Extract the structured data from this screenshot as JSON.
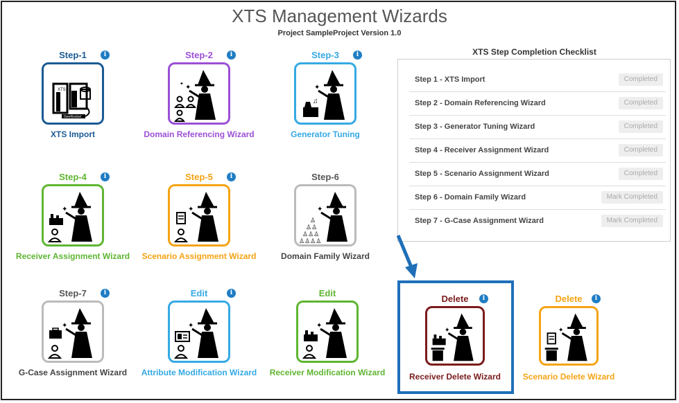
{
  "header": {
    "title": "XTS Management Wizards",
    "subtitle": "Project SampleProject Version 1.0"
  },
  "colors": {
    "blue_dark": "#1b5a94",
    "purple": "#9b4fd6",
    "light_blue": "#35a9e4",
    "green": "#5fb532",
    "orange": "#f5a314",
    "gray": "#555555",
    "maroon": "#7a1b1b",
    "info": "#1f7dc4",
    "highlight": "#1f6fb8"
  },
  "wizards": [
    {
      "step": "Step-1",
      "label": "XTS Import",
      "icon": "xts-import-icon"
    },
    {
      "step": "Step-2",
      "label": "Domain Referencing Wizard",
      "icon": "domain-referencing-icon"
    },
    {
      "step": "Step-3",
      "label": "Generator Tuning",
      "icon": "generator-tuning-icon"
    },
    {
      "step": "Step-4",
      "label": "Receiver Assignment Wizard",
      "icon": "receiver-assignment-icon"
    },
    {
      "step": "Step-5",
      "label": "Scenario Assignment Wizard",
      "icon": "scenario-assignment-icon"
    },
    {
      "step": "Step-6",
      "label": "Domain Family Wizard",
      "icon": "domain-family-icon"
    },
    {
      "step": "Step-7",
      "label": "G-Case Assignment Wizard",
      "icon": "gcase-assignment-icon"
    },
    {
      "step": "Edit",
      "label": "Attribute Modification Wizard",
      "icon": "attribute-modification-icon"
    },
    {
      "step": "Edit",
      "label": "Receiver Modification Wizard",
      "icon": "receiver-modification-icon"
    },
    {
      "step": "Delete",
      "label": "Receiver Delete Wizard",
      "icon": "receiver-delete-icon"
    },
    {
      "step": "Delete",
      "label": "Scenario Delete Wizard",
      "icon": "scenario-delete-icon"
    }
  ],
  "checklist": {
    "title": "XTS Step Completion Checklist",
    "rows": [
      {
        "label": "Step 1 - XTS Import",
        "status": "Completed"
      },
      {
        "label": "Step 2 - Domain Referencing Wizard",
        "status": "Completed"
      },
      {
        "label": "Step 3 - Generator Tuning Wizard",
        "status": "Completed"
      },
      {
        "label": "Step 4 - Receiver Assignment Wizard",
        "status": "Completed"
      },
      {
        "label": "Step 5 - Scenario Assignment Wizard",
        "status": "Completed"
      },
      {
        "label": "Step 6 - Domain Family Wizard",
        "status": "Mark Completed"
      },
      {
        "label": "Step 7 - G-Case Assignment Wizard",
        "status": "Mark Completed"
      }
    ]
  },
  "xts_icon_text": {
    "top": "XTS",
    "bottom": "GenRocket"
  },
  "info_glyph": "i"
}
